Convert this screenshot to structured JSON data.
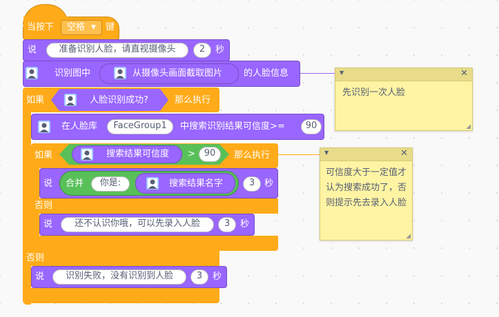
{
  "hat": {
    "prefix": "当按下",
    "key": "空格",
    "suffix": "键"
  },
  "say1": {
    "label": "说",
    "message": "准备识别人脸，请直视摄像头",
    "seconds": "2",
    "unit": "秒"
  },
  "detect": {
    "prefix": "识别图中",
    "reporter": "从摄像头画面截取图片",
    "suffix": "的人脸信息"
  },
  "if1": {
    "if_label": "如果",
    "condition": "人脸识别成功?",
    "then_label": "那么执行",
    "else_label": "否则"
  },
  "search": {
    "prefix": "在人脸库",
    "group": "FaceGroup1",
    "middle": "中搜索识别结果可信度>=",
    "threshold": "90"
  },
  "if2": {
    "if_label": "如果",
    "reporter": "搜索结果可信度",
    "op": ">",
    "value": "90",
    "then_label": "那么执行",
    "else_label": "否则"
  },
  "say2": {
    "label": "说",
    "join": "合并",
    "text": "你是:",
    "reporter": "搜索结果名字",
    "seconds": "3",
    "unit": "秒"
  },
  "say3": {
    "label": "说",
    "message": "还不认识你哦，可以先录入人脸",
    "seconds": "3",
    "unit": "秒"
  },
  "say4": {
    "label": "说",
    "message": "识别失败，没有识别到人脸",
    "seconds": "3",
    "unit": "秒"
  },
  "note1": {
    "text": "先识别一次人脸"
  },
  "note2": {
    "text": "可信度大于一定值才认为搜索成功了，否则提示先去录入人脸"
  },
  "colors": {
    "events": "#ffab19",
    "looks": "#9966ff",
    "operators": "#59c059",
    "note": "#fff4a3"
  }
}
